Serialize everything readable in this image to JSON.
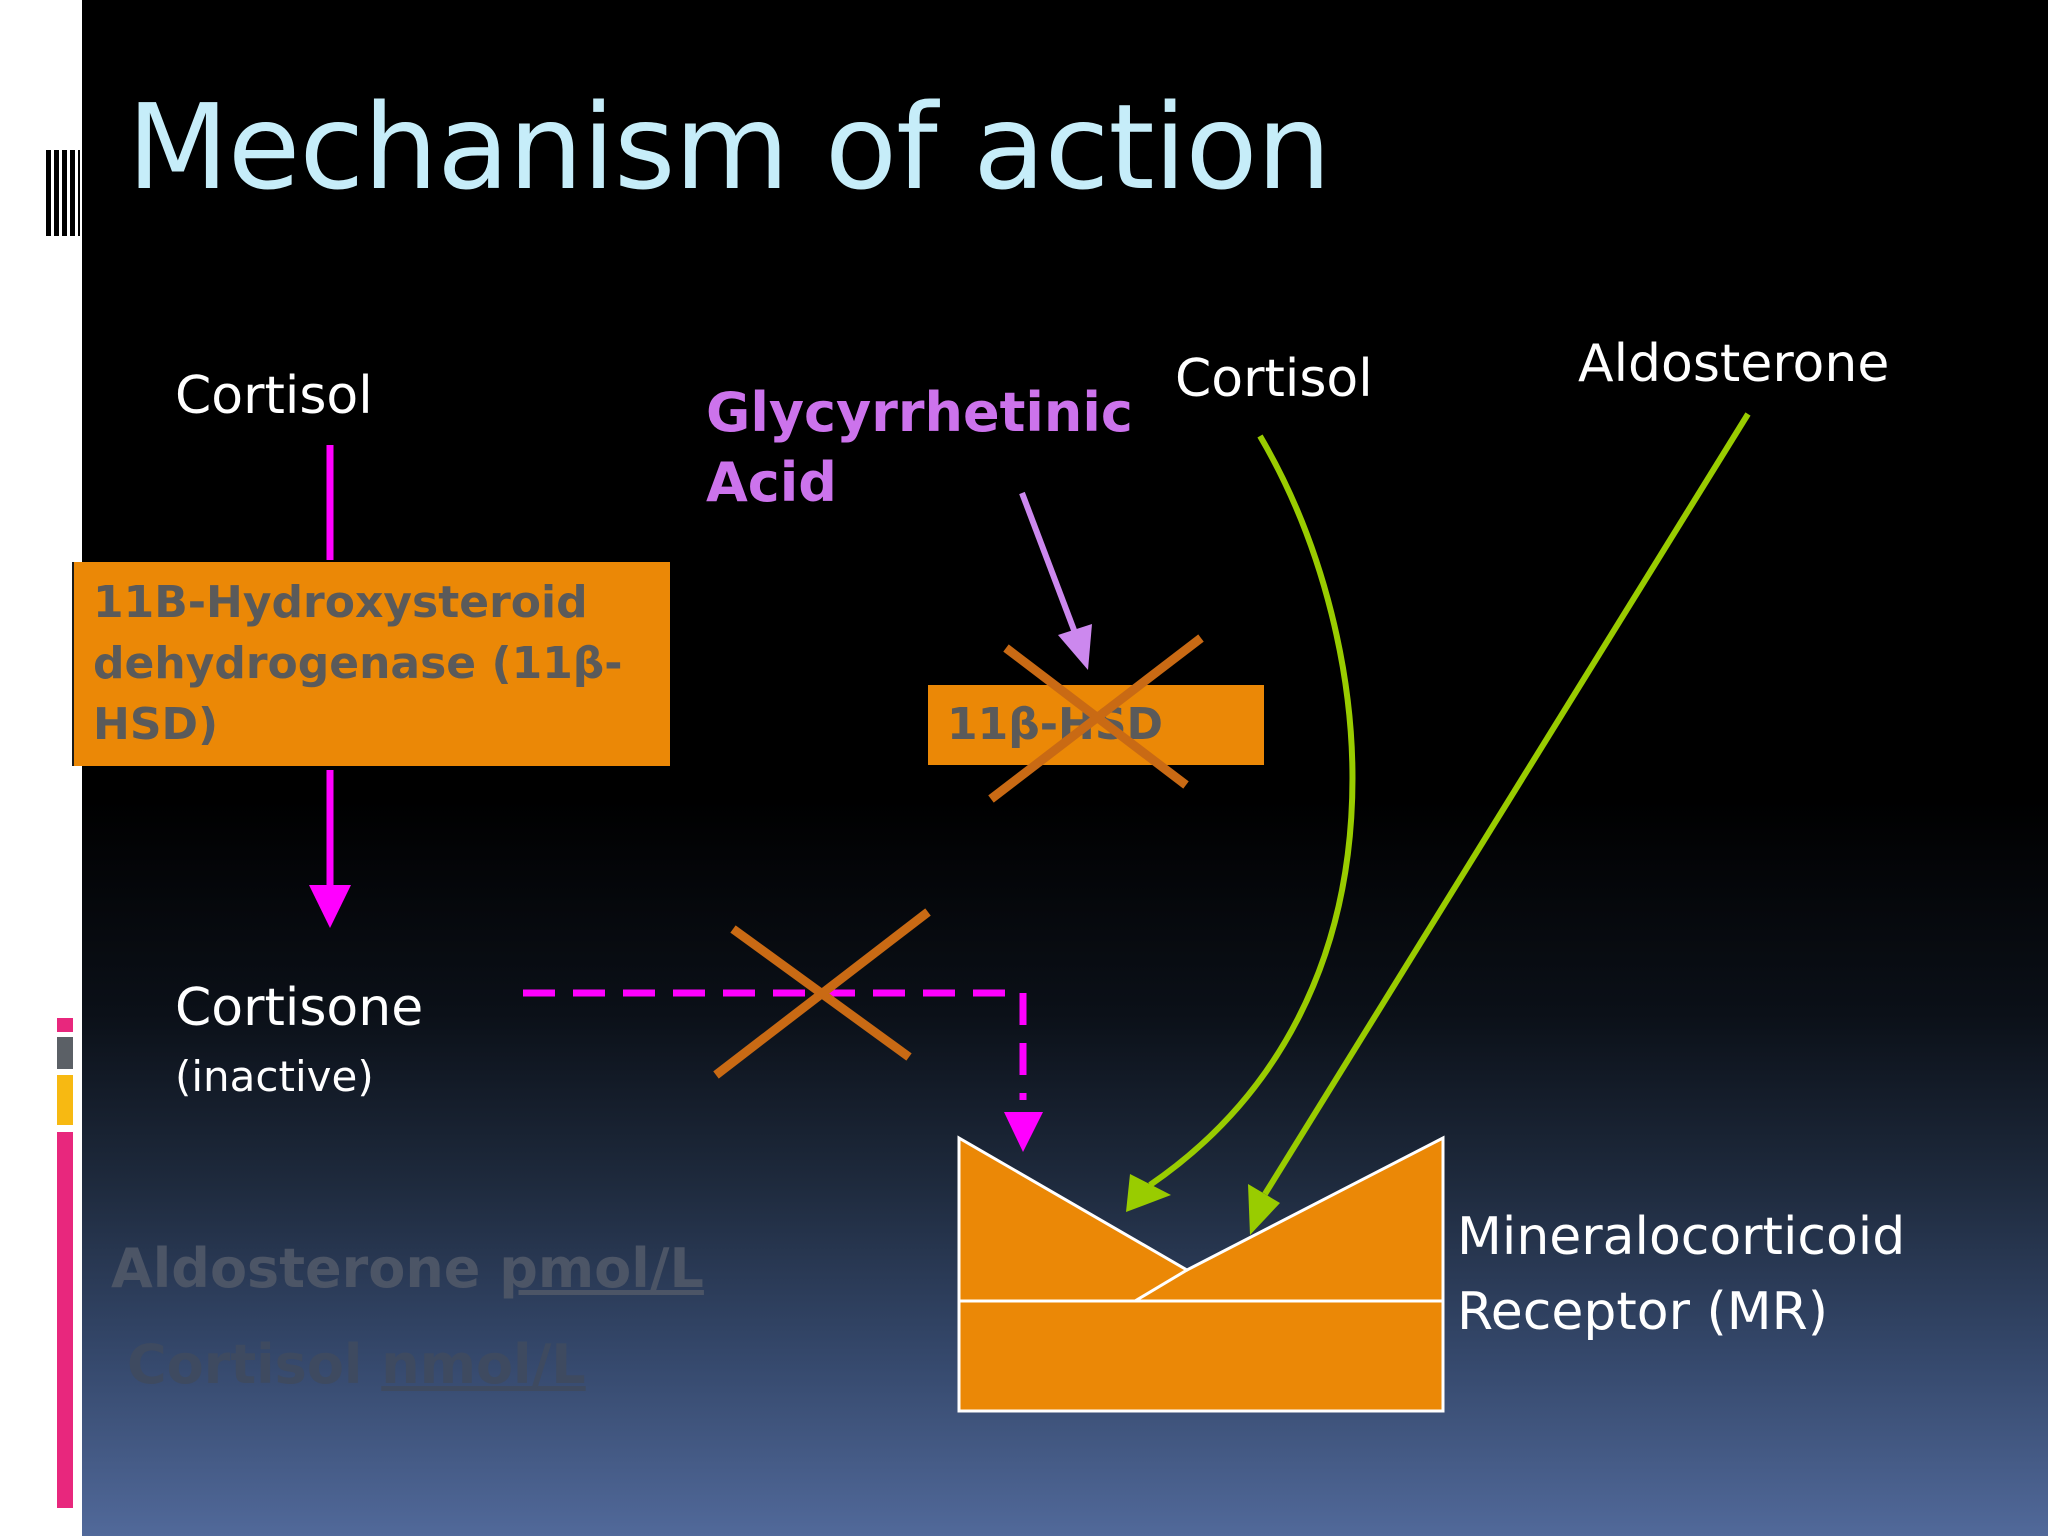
{
  "title": "Mechanism of action",
  "left_pathway": {
    "substrate": "Cortisol",
    "enzyme_lines": [
      "11B-Hydroxysteroid",
      "dehydrogenase (11β-",
      "HSD)"
    ],
    "product": "Cortisone",
    "product_note": "(inactive)"
  },
  "inhibitor": {
    "lines": [
      "Glycyrrhetinic",
      "Acid"
    ],
    "target_enzyme": "11β-HSD"
  },
  "right_labels": {
    "cortisol": "Cortisol",
    "aldosterone": "Aldosterone"
  },
  "receptor": {
    "lines": [
      "Mineralocorticoid",
      "Receptor (MR)"
    ]
  },
  "faded_units": {
    "aldosterone_label": "Aldosterone",
    "aldosterone_unit": "pmol/L",
    "cortisol_label": "Cortisol",
    "cortisol_unit": "nmol/L"
  },
  "colors": {
    "title": "#c6edf9",
    "enzyme_box": "#eb8806",
    "magenta_arrow": "#ff00ff",
    "green_arrow": "#99cc00",
    "purple_arrow": "#cc88ee",
    "cross": "#cc6600",
    "inhibitor_text": "#cc73ec"
  }
}
